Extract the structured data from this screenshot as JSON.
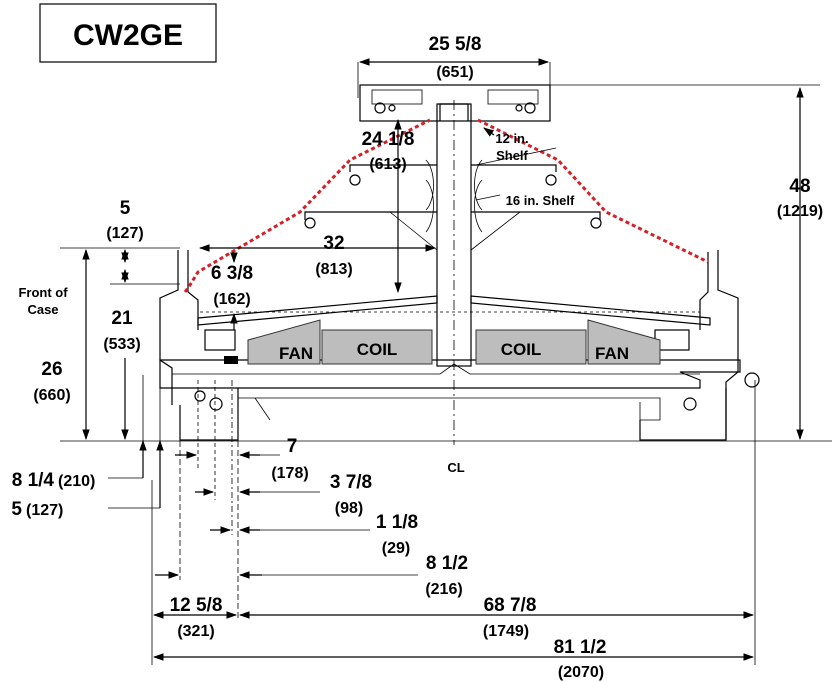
{
  "model": "CW2GE",
  "labels": {
    "front_of_case": "Front of Case",
    "fan_left": "FAN",
    "coil_left": "COIL",
    "coil_right": "COIL",
    "fan_right": "FAN",
    "shelf_12": "12 in. Shelf",
    "shelf_16": "16 in. Shelf",
    "centerline": "CL"
  },
  "dimensions": [
    {
      "id": "top_width",
      "inch": "25 5/8",
      "mm": "(651)"
    },
    {
      "id": "top_height",
      "inch": "24 1/8",
      "mm": "(613)"
    },
    {
      "id": "overall_height",
      "inch": "48",
      "mm": "(1219)"
    },
    {
      "id": "rail_height",
      "inch": "5",
      "mm": "(127)"
    },
    {
      "id": "reach",
      "inch": "32",
      "mm": "(813)"
    },
    {
      "id": "deck_step",
      "inch": "6 3/8",
      "mm": "(162)"
    },
    {
      "id": "front_height",
      "inch": "21",
      "mm": "(533)"
    },
    {
      "id": "case_height",
      "inch": "26",
      "mm": "(660)"
    },
    {
      "id": "d7",
      "inch": "7",
      "mm": "(178)"
    },
    {
      "id": "d8_1_4",
      "inch": "8 1/4",
      "mm": "(210)"
    },
    {
      "id": "d3_7_8",
      "inch": "3 7/8",
      "mm": "(98)"
    },
    {
      "id": "d5_bottom",
      "inch": "5",
      "mm": "(127)"
    },
    {
      "id": "d1_1_8",
      "inch": "1 1/8",
      "mm": "(29)"
    },
    {
      "id": "d8_1_2",
      "inch": "8 1/2",
      "mm": "(216)"
    },
    {
      "id": "d12_5_8",
      "inch": "12 5/8",
      "mm": "(321)"
    },
    {
      "id": "d68_7_8",
      "inch": "68 7/8",
      "mm": "(1749)"
    },
    {
      "id": "d81_1_2",
      "inch": "81 1/2",
      "mm": "(2070)"
    }
  ]
}
